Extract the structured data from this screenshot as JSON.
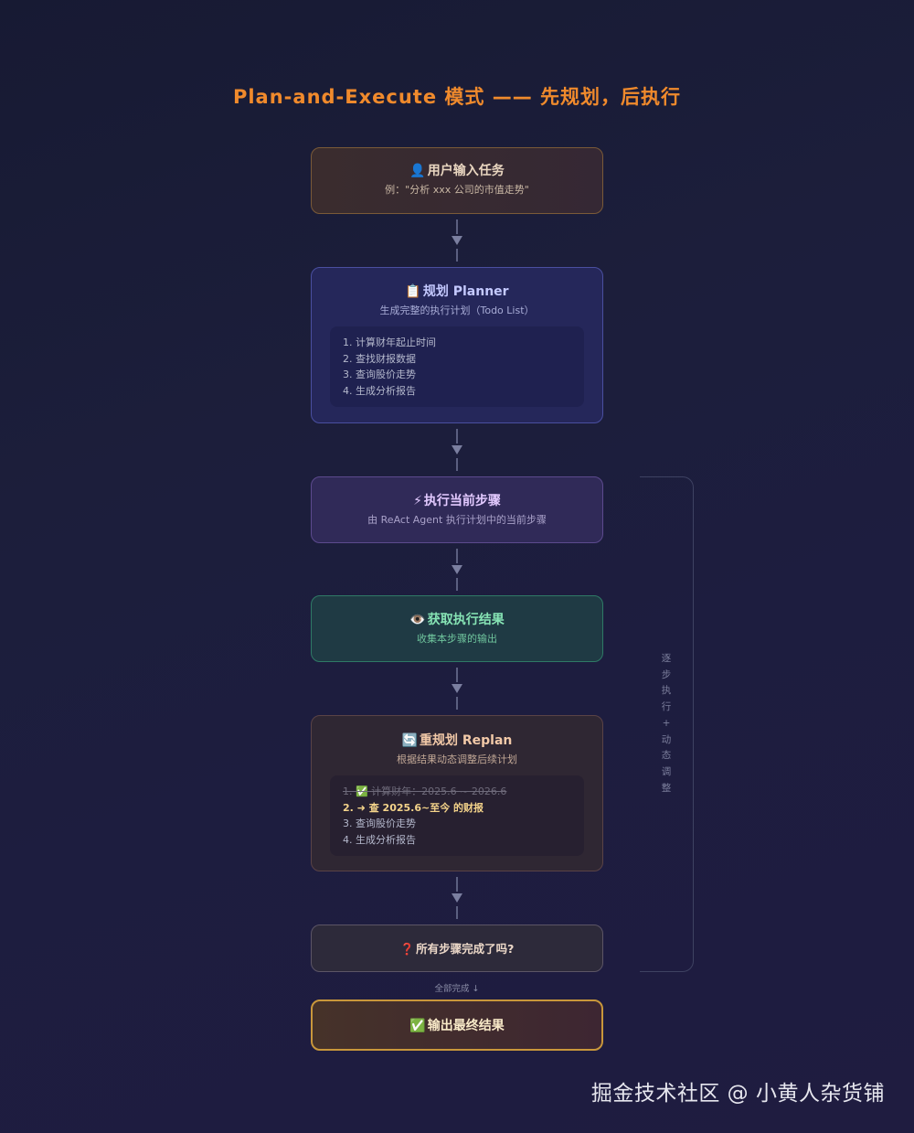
{
  "title": "Plan-and-Execute 模式 —— 先规划，后执行",
  "nodes": {
    "user": {
      "icon": "👤",
      "title": "用户输入任务",
      "subtitle": "例：\"分析 xxx 公司的市值走势\""
    },
    "planner": {
      "icon": "📋",
      "title": "规划 Planner",
      "subtitle": "生成完整的执行计划（Todo List）",
      "steps": [
        "1. 计算财年起止时间",
        "2. 查找财报数据",
        "3. 查询股价走势",
        "4. 生成分析报告"
      ]
    },
    "execute": {
      "icon": "⚡",
      "title": "执行当前步骤",
      "subtitle": "由 ReAct Agent 执行计划中的当前步骤"
    },
    "observe": {
      "icon": "👁️",
      "title": "获取执行结果",
      "subtitle": "收集本步骤的输出"
    },
    "replan": {
      "icon": "🔄",
      "title": "重规划 Replan",
      "subtitle": "根据结果动态调整后续计划",
      "steps": [
        "1. ✅ 计算财年：2025.6 ~ 2026.6",
        "2. ➜ 查 2025.6~至今 的财报",
        "3. 查询股价走势",
        "4. 生成分析报告"
      ]
    },
    "check": {
      "icon": "❓",
      "title": "所有步骤完成了吗?"
    },
    "final": {
      "icon": "✅",
      "title": "输出最终结果"
    }
  },
  "all_done_label": "全部完成 ↓",
  "loop_label": [
    "逐",
    "步",
    "执",
    "行",
    "+",
    "动",
    "态",
    "调",
    "整"
  ],
  "watermark": "掘金技术社区 @ 小黄人杂货铺"
}
